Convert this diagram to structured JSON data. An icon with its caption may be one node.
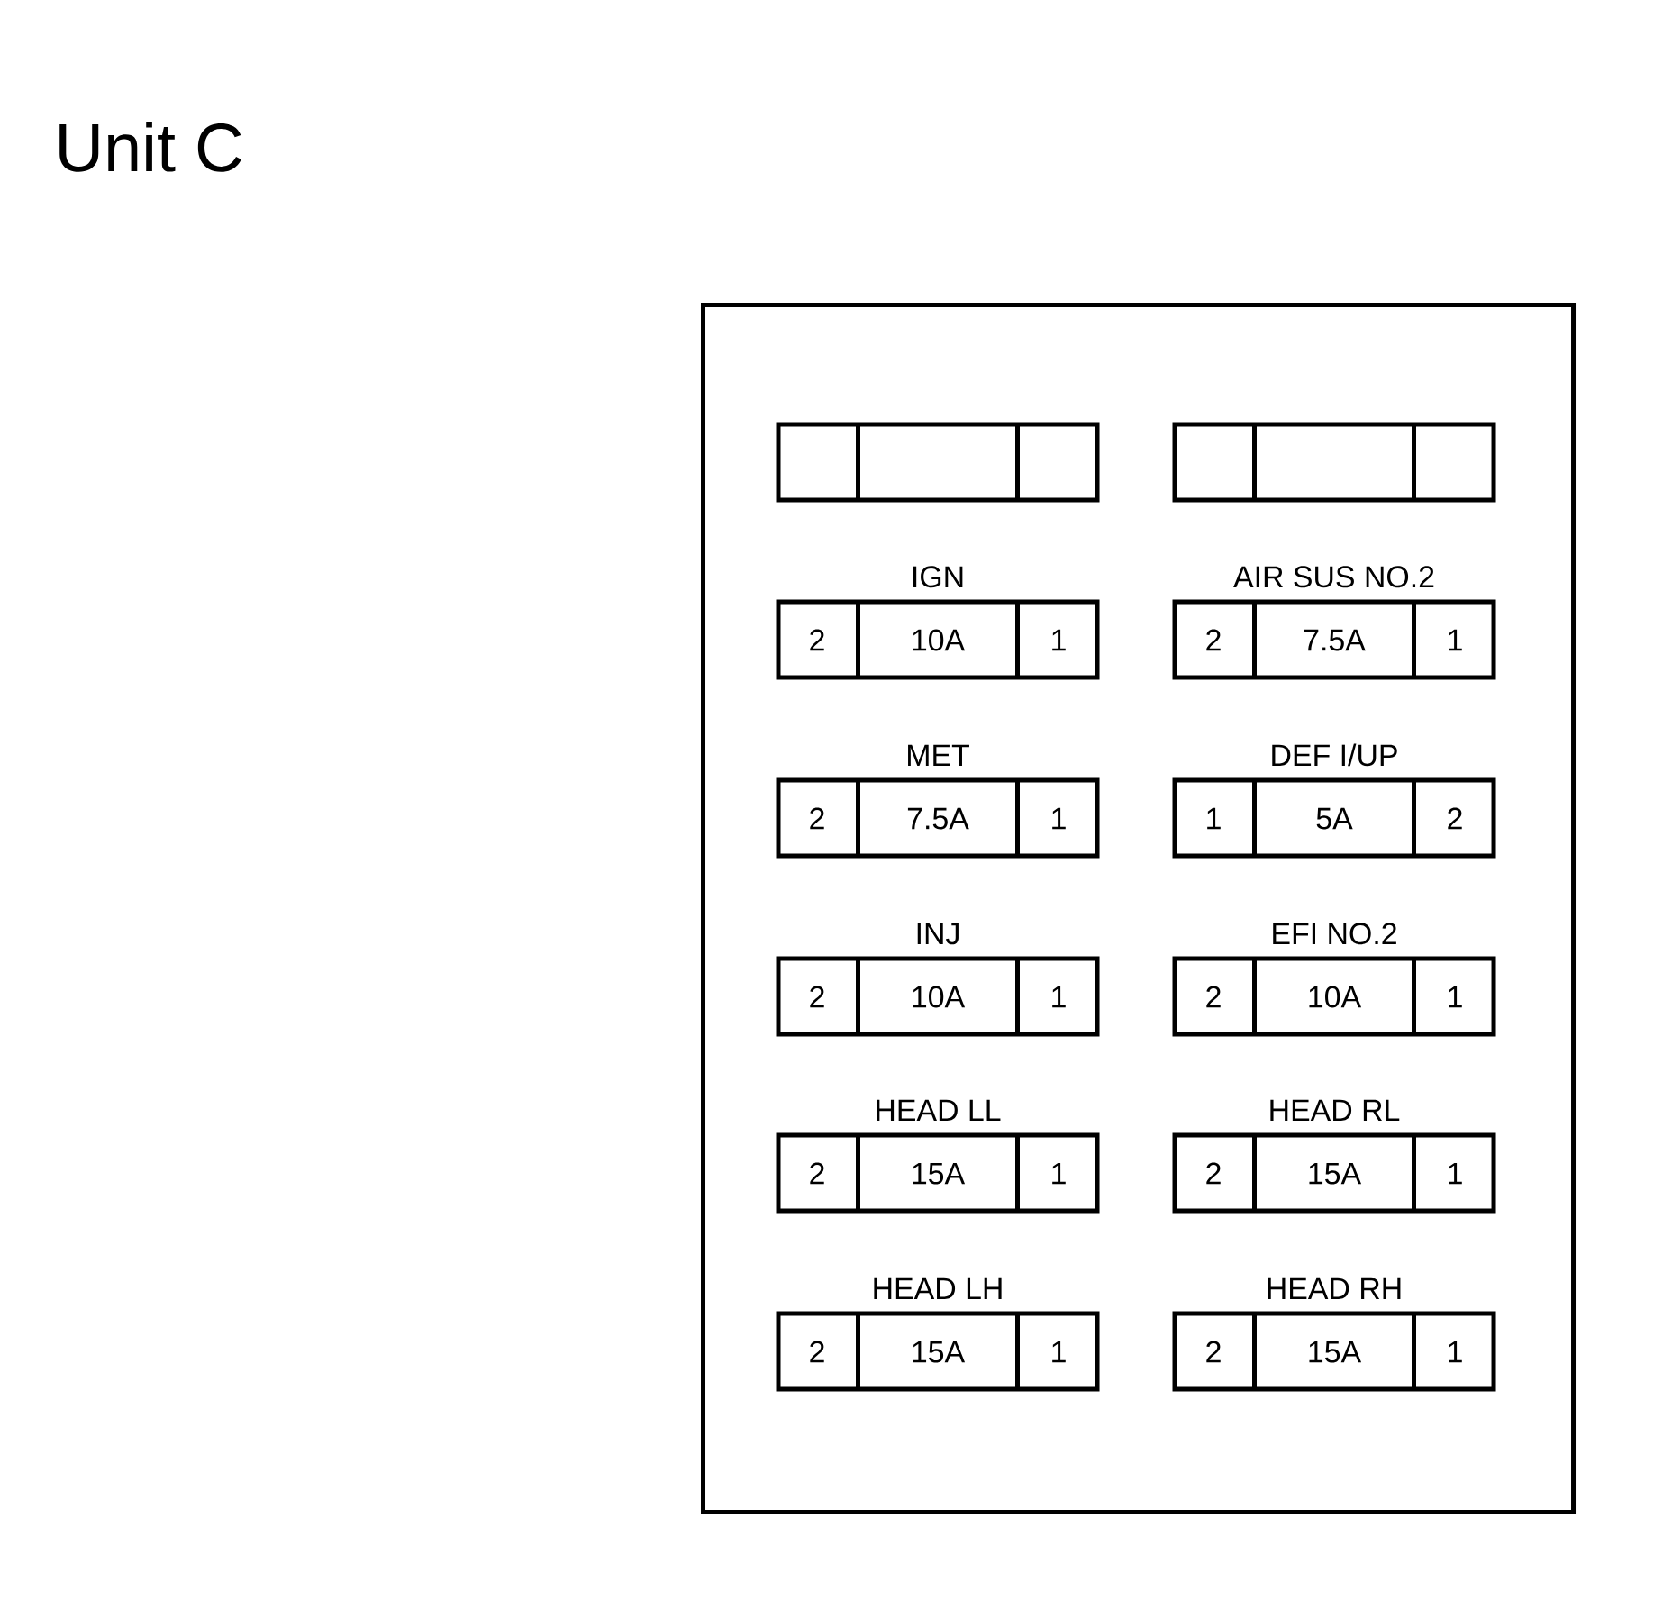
{
  "diagram": {
    "title": "Unit C",
    "nodes": [
      {
        "text": [],
        "shape": "box"
      },
      {
        "text": [],
        "shape": "box",
        "in": 0
      },
      {
        "text": [],
        "shape": "box",
        "in": 0
      },
      {
        "text": [
          "IGN",
          "2",
          "10A",
          "1"
        ],
        "in": 0
      },
      {
        "text": [
          "AIR SUS NO.2",
          "2",
          "7.5A",
          "1"
        ],
        "in": 0
      },
      {
        "text": [
          "MET",
          "2",
          "7.5A",
          "1"
        ],
        "in": 0
      },
      {
        "text": [
          "DEF I/UP",
          "1",
          "5A",
          "2"
        ],
        "in": 0
      },
      {
        "text": [
          "INJ",
          "2",
          "10A",
          "1"
        ],
        "in": 0
      },
      {
        "text": [
          "EFI NO.2",
          "2",
          "10A",
          "1"
        ],
        "in": 0
      },
      {
        "text": [
          "HEAD LL",
          "2",
          "15A",
          "1"
        ],
        "in": 0
      },
      {
        "text": [
          "HEAD RL",
          "2",
          "15A",
          "1"
        ],
        "in": 0
      },
      {
        "text": [
          "HEAD LH",
          "2",
          "15A",
          "1"
        ],
        "in": 0
      },
      {
        "text": [
          "HEAD RH",
          "2",
          "15A",
          "1"
        ],
        "in": 0
      }
    ]
  }
}
